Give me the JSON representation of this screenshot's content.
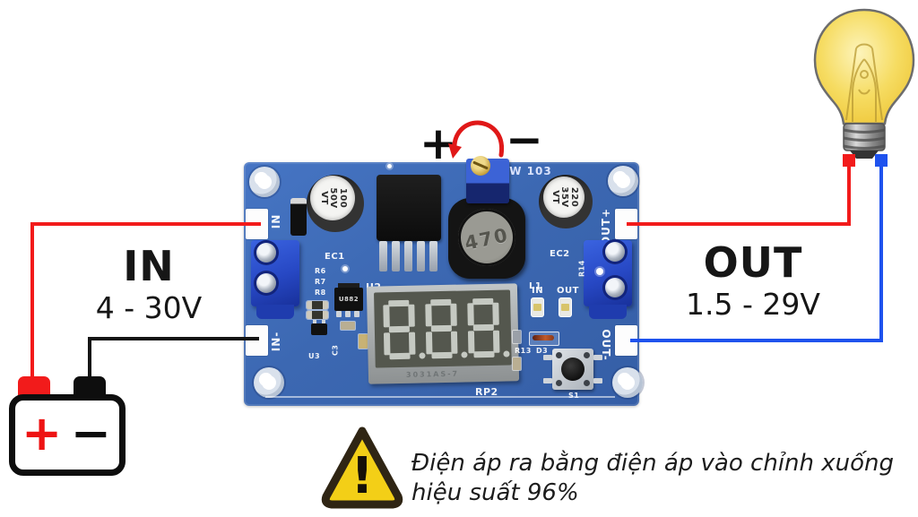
{
  "adjust": {
    "plus": "+",
    "minus": "−"
  },
  "input_label": {
    "title": "IN",
    "range": "4 - 30V"
  },
  "output_label": {
    "title": "OUT",
    "range": "1.5 - 29V"
  },
  "battery": {
    "plus": "+",
    "minus": "−"
  },
  "warning": {
    "mark": "!",
    "line1": "Điện áp ra bằng điện áp vào chỉnh xuống",
    "line2": "hiệu suất 96%"
  },
  "module": {
    "silk": {
      "in_plus": "IN",
      "in_minus": "IN-",
      "out_plus": "OUT+",
      "out_minus": "OUT-"
    },
    "pot": {
      "label": "W 103"
    },
    "cap_in": {
      "lines": [
        "100",
        "50V",
        "VT"
      ],
      "ref": "EC1"
    },
    "cap_out": {
      "lines": [
        "220",
        "35V",
        "VT"
      ],
      "ref": "EC2"
    },
    "regulator": {
      "ref": "U2"
    },
    "inductor": {
      "value": "470",
      "ref": "L1"
    },
    "chip": {
      "label": "U882",
      "ref": "U3",
      "c3": "C3"
    },
    "resistors": {
      "r6": "R6",
      "r7": "R7",
      "r8": "R8",
      "r14": "R14"
    },
    "led_labels": {
      "in": "IN",
      "out": "OUT"
    },
    "display": {
      "digits": [
        "8",
        "8",
        "8"
      ],
      "part": "3031AS-7",
      "ref": "RP2"
    },
    "button": {
      "ref": "S1"
    },
    "diode_area": {
      "r13": "R13",
      "d3": "D3"
    }
  },
  "colors": {
    "wire_red": "#f21b1b",
    "wire_blue": "#1e52ee",
    "wire_black": "#141414",
    "pcb_blue": "#3c68b2",
    "terminal_blue": "#2748c4",
    "warning_yellow": "#f3cf17",
    "bulb_yellow": "#f6dc62"
  }
}
